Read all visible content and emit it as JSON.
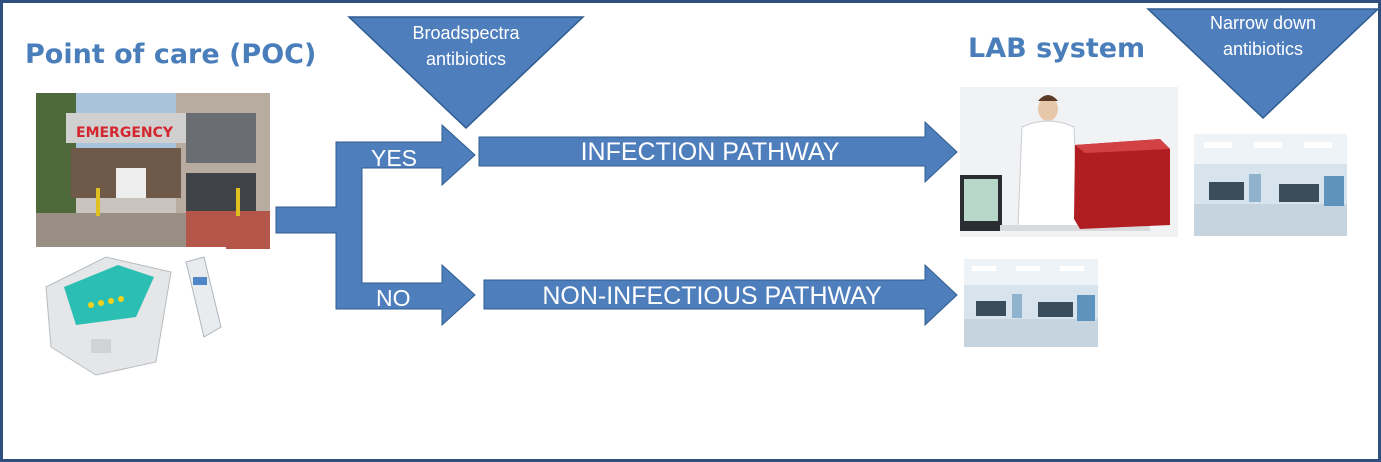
{
  "headings": {
    "poc": "Point of care (POC)",
    "lab": "LAB system"
  },
  "triangles": {
    "broad_line1": "Broadspectra",
    "broad_line2": "antibiotics",
    "narrow_line1": "Narrow down",
    "narrow_line2": "antibiotics"
  },
  "branches": {
    "yes": "YES",
    "no": "NO"
  },
  "pathways": {
    "infection": "INFECTION PATHWAY",
    "non_infectious": "NON-INFECTIOUS PATHWAY"
  },
  "images": {
    "emergency_sign": "EMERGENCY"
  },
  "colors": {
    "shape_fill": "#4f7ebd",
    "shape_stroke": "#2f5c8f",
    "heading": "#4a7ebb",
    "border": "#2f4f7f"
  }
}
